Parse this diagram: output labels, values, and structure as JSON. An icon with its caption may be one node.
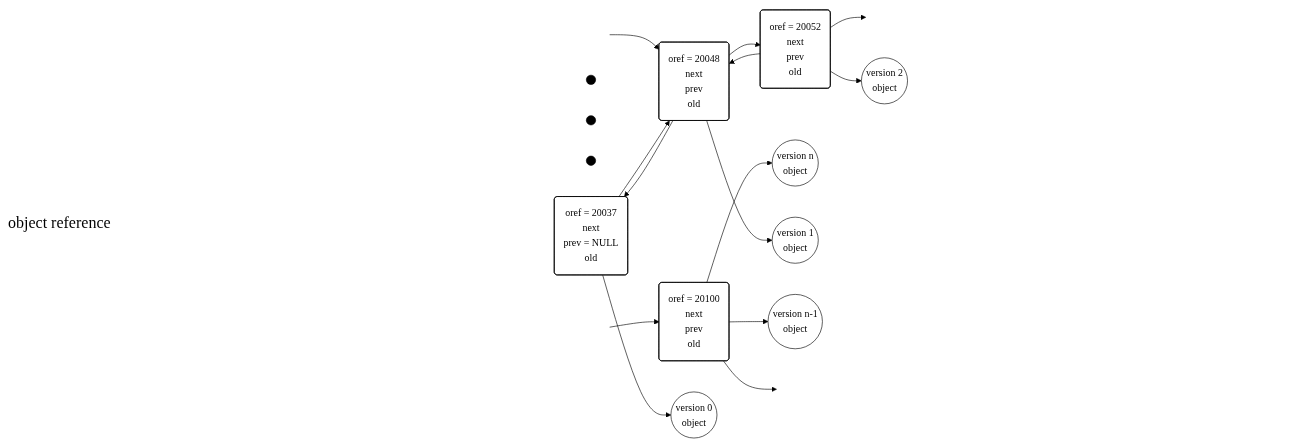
{
  "diagram": {
    "nodes": [
      {
        "text": [
          "oref = 20037",
          "next",
          "prev = NULL",
          "old"
        ]
      },
      {
        "text": [
          "oref = 20048",
          "next",
          "prev",
          "old"
        ]
      },
      {
        "text": [
          "oref = 20052",
          "next",
          "prev",
          "old"
        ]
      },
      {
        "text": [],
        "shape": "circle"
      },
      {
        "text": [],
        "shape": "circle"
      },
      {
        "text": [],
        "shape": "circle"
      },
      {
        "text": [
          "oref = 20100",
          "next",
          "prev",
          "old"
        ]
      },
      {
        "text": [
          "version n",
          "object"
        ]
      },
      {
        "text": [
          "version 0",
          "object"
        ]
      },
      {
        "text": [
          "version 1",
          "object"
        ]
      },
      {
        "text": [
          "version 2",
          "object"
        ]
      },
      {
        "text": [
          "version n-1",
          "object"
        ]
      }
    ],
    "edges": [
      {
        "from": null,
        "to": 1,
        "arrow": "to"
      },
      {
        "from": null,
        "to": 6,
        "arrow": "to"
      },
      {
        "from": 0,
        "to": 1,
        "arrow": "to"
      },
      {
        "from": 1,
        "to": 0,
        "arrow": "to"
      },
      {
        "from": 1,
        "to": 2,
        "arrow": "to"
      },
      {
        "from": 2,
        "to": 1,
        "arrow": "to"
      },
      {
        "from": 2,
        "to": null,
        "arrow": "to"
      },
      {
        "from": 6,
        "to": null,
        "arrow": "to"
      },
      {
        "from": 6,
        "to": 7,
        "arrow": "to"
      },
      {
        "from": 0,
        "to": 8,
        "arrow": "to"
      },
      {
        "from": 1,
        "to": 9,
        "arrow": "to"
      },
      {
        "from": 2,
        "to": 10,
        "arrow": "to"
      },
      {
        "from": 6,
        "to": 11,
        "arrow": "to"
      }
    ],
    "labels": [
      "object reference"
    ]
  }
}
